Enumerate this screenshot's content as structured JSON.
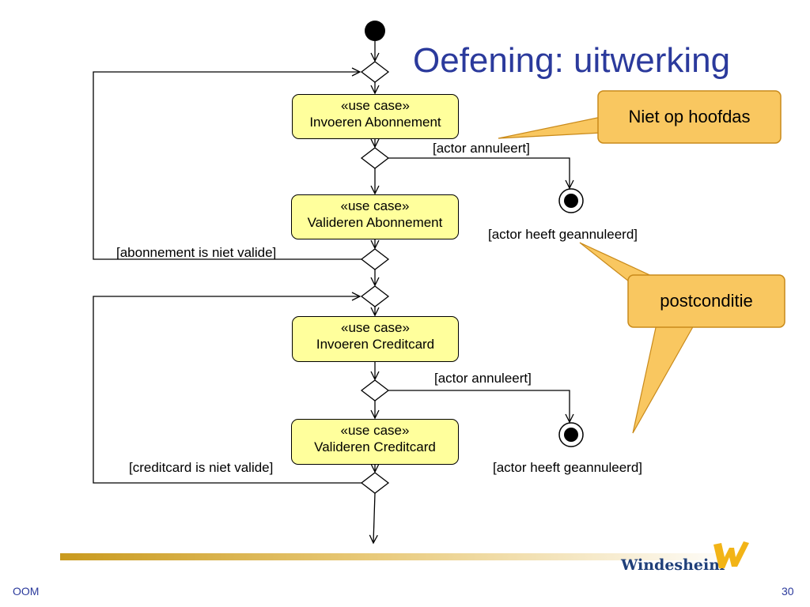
{
  "slide": {
    "title": "Oefening: uitwerking",
    "footer_left": "OOM",
    "page_number": "30",
    "brand": "Windesheim"
  },
  "use_cases": [
    {
      "stereotype": "«use case»",
      "name": "Invoeren Abonnement"
    },
    {
      "stereotype": "«use case»",
      "name": "Valideren Abonnement"
    },
    {
      "stereotype": "«use case»",
      "name": "Invoeren Creditcard"
    },
    {
      "stereotype": "«use case»",
      "name": "Valideren Creditcard"
    }
  ],
  "guards": {
    "actor_cancels_1": "[actor annuleert]",
    "actor_cancelled_1": "[actor heeft geannuleerd]",
    "subscription_invalid": "[abonnement is niet valide]",
    "actor_cancels_2": "[actor annuleert]",
    "actor_cancelled_2": "[actor heeft geannuleerd]",
    "creditcard_invalid": "[creditcard is niet valide]"
  },
  "callouts": {
    "not_main_flow": "Niet op hoofdas",
    "postcondition": "postconditie"
  },
  "colors": {
    "title": "#2b3a9c",
    "use_case_fill": "#ffff9c",
    "callout_fill": "#f9c760",
    "callout_border": "#c98a1a",
    "brand": "#1f3f7a",
    "footer_bar": "#c99a1e"
  }
}
